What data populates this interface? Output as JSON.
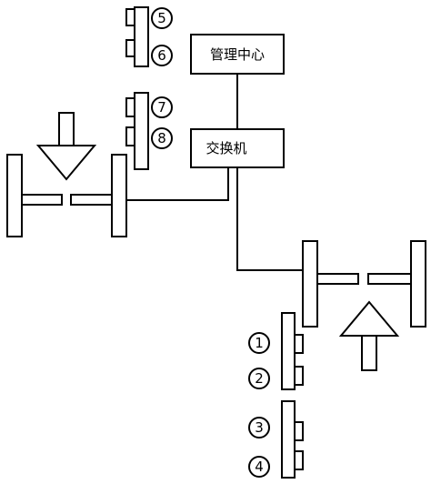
{
  "labels": {
    "management_center": "管理中心",
    "switch": "交换机"
  },
  "numbers": {
    "n1": "1",
    "n2": "2",
    "n3": "3",
    "n4": "4",
    "n5": "5",
    "n6": "6",
    "n7": "7",
    "n8": "8"
  }
}
